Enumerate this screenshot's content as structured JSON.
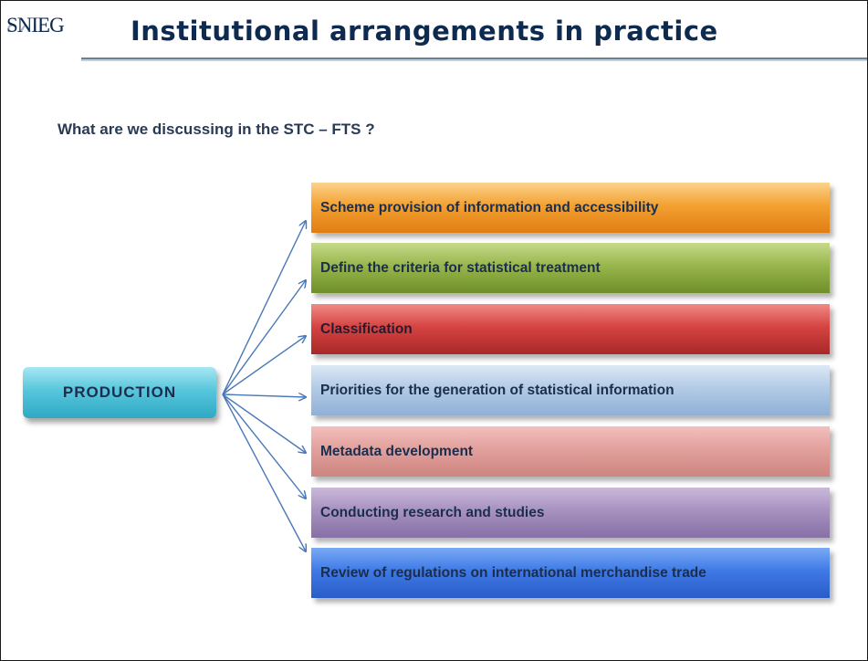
{
  "header": {
    "logo_text": "SNIEG",
    "title": "Institutional arrangements in practice"
  },
  "question": "What are we discussing in the STC – FTS ?",
  "source": {
    "label": "PRODUCTION",
    "color": "#4fc1d8"
  },
  "items": [
    {
      "label": "Scheme provision of information and accessibility",
      "color": "#f3a132"
    },
    {
      "label": "Define the criteria for statistical treatment",
      "color": "#98b64c"
    },
    {
      "label": "Classification",
      "color": "#d54442"
    },
    {
      "label": "Priorities for the generation of statistical information",
      "color": "#b3cbe6"
    },
    {
      "label": "Metadata development",
      "color": "#e2a09c"
    },
    {
      "label": "Conducting research and studies",
      "color": "#a792c0"
    },
    {
      "label": "Review of regulations on international merchandise trade",
      "color": "#3f7ae6"
    }
  ],
  "arrow_color": "#4a78b8"
}
